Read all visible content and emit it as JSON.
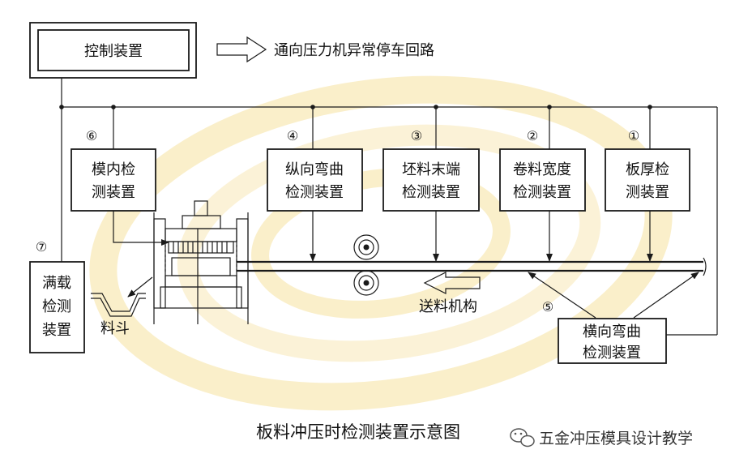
{
  "control_box": {
    "label": "控制装置"
  },
  "signal_output": {
    "label": "通向压力机异常停车回路"
  },
  "detectors": [
    {
      "num": "①",
      "line1": "板厚检",
      "line2": "测装置"
    },
    {
      "num": "②",
      "line1": "卷料宽度",
      "line2": "检测装置"
    },
    {
      "num": "③",
      "line1": "坯料末端",
      "line2": "检测装置"
    },
    {
      "num": "④",
      "line1": "纵向弯曲",
      "line2": "检测装置"
    },
    {
      "num": "⑤",
      "line1": "横向弯曲",
      "line2": "检测装置"
    },
    {
      "num": "⑥",
      "line1": "模内检",
      "line2": "测装置"
    },
    {
      "num": "⑦",
      "line1": "满载",
      "line2": "检测",
      "line3": "装置"
    }
  ],
  "hopper": {
    "label": "料斗"
  },
  "feed": {
    "label": "送料机构"
  },
  "caption": "板料冲压时检测装置示意图",
  "watermark": {
    "text": "五金冲压模具设计教学",
    "icon": "wechat-icon"
  },
  "colors": {
    "line": "#1a1a1a",
    "background_swirl": "#f7e6a8"
  }
}
